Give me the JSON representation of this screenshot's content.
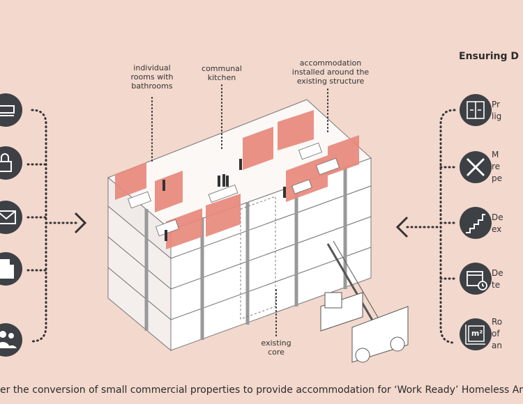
{
  "labels": {
    "rooms": [
      "individual",
      "rooms with",
      "bathrooms"
    ],
    "kitchen": [
      "communal",
      "kitchen"
    ],
    "accommodation": [
      "accommodation",
      "installed around the",
      "existing structure"
    ],
    "core": [
      "existing",
      "core"
    ]
  },
  "right_panel": {
    "heading": "Ensuring D",
    "items": [
      {
        "icon": "window-icon",
        "lines": [
          "Pr",
          "lig"
        ]
      },
      {
        "icon": "cross-icon",
        "lines": [
          "M",
          "re",
          "pe"
        ]
      },
      {
        "icon": "stairs-icon",
        "lines": [
          "De",
          "ex"
        ]
      },
      {
        "icon": "calendar-clock-icon",
        "lines": [
          "De",
          "te"
        ]
      },
      {
        "icon": "area-m2-icon",
        "lines": [
          "Ro",
          "of",
          "an"
        ],
        "icon_text": "m²"
      }
    ]
  },
  "left_panel": {
    "icons": [
      "bed-icon",
      "padlock-icon",
      "envelope-icon",
      "office-building-icon",
      "people-icon"
    ]
  },
  "caption": "er the conversion of small commercial properties to provide accommodation for ‘Work Ready’ Homeless Amos G",
  "colors": {
    "background": "#f3d8cd",
    "accent": "#e8897c",
    "icon_dark": "#3d4045"
  }
}
